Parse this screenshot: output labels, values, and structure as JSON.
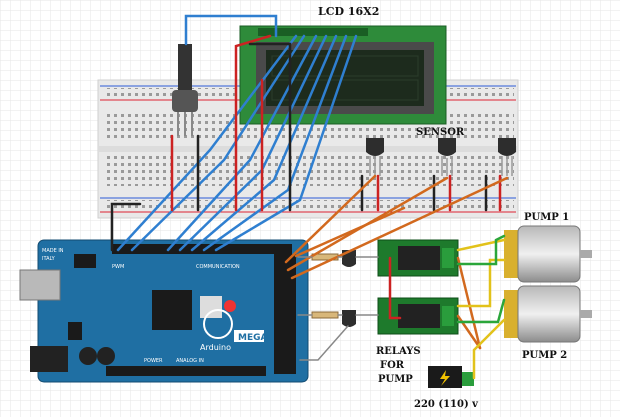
{
  "labels": {
    "lcd": "LCD 16X2",
    "sensor": "SENSOR",
    "pump1": "PUMP 1",
    "pump2": "PUMP 2",
    "relays_line1": "RELAYS",
    "relays_line2": "FOR",
    "relays_line3": "PUMP",
    "mains": "220 (110) v"
  },
  "board": {
    "brand": "Arduino",
    "model": "MEGA",
    "made_in": "MADE IN",
    "country": "ITALY",
    "pwm": "PWM",
    "communication": "COMMUNICATION",
    "power": "POWER",
    "analog_in": "ANALOG IN"
  },
  "colors": {
    "board": "#1f6fa3",
    "lcd_pcb": "#2e8b3a",
    "lcd_screen": "#1d2b1d",
    "relay": "#1e7a2c",
    "wire_blue": "#2f7fd0",
    "wire_orange": "#d2691e",
    "wire_red": "#cc2222",
    "wire_yellow": "#e2c21a",
    "motor": "#d9b02e"
  }
}
